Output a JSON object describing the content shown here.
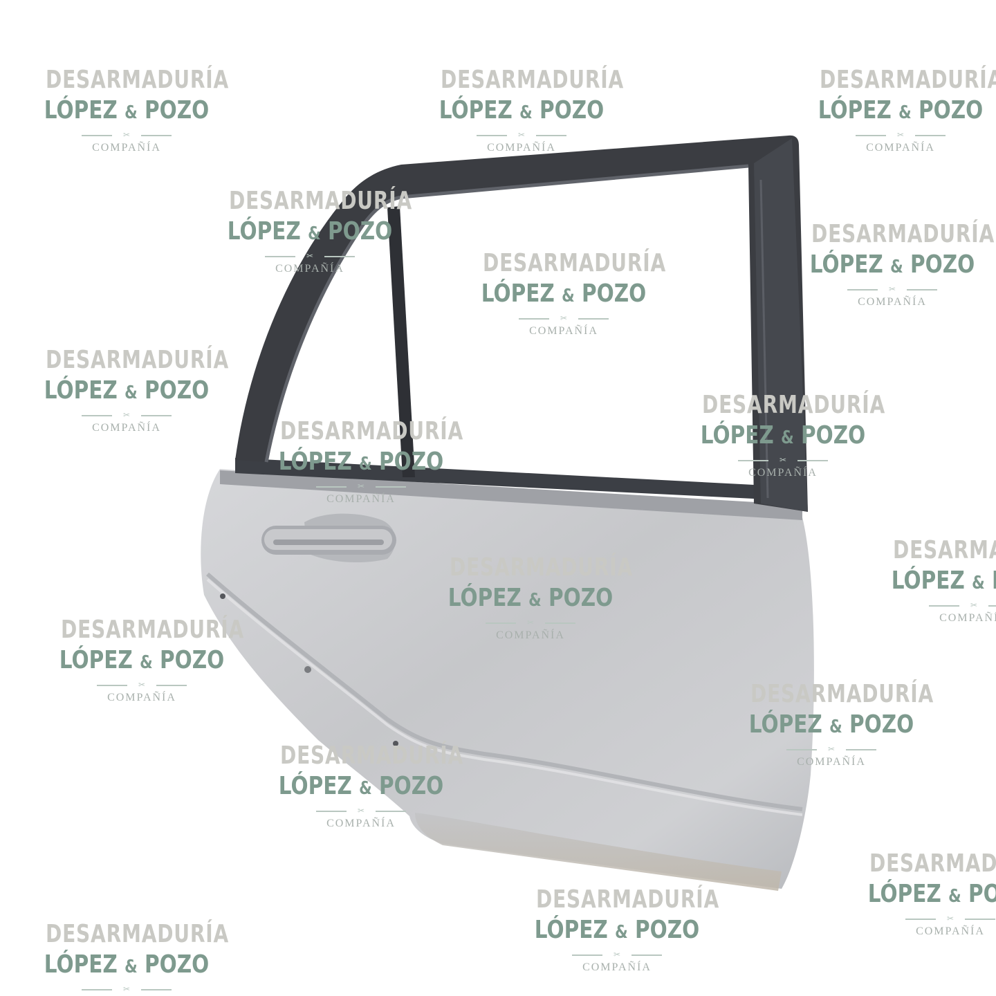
{
  "scene": {
    "subject": "car-door",
    "colors": {
      "background": "#ffffff",
      "door_paint": "#c7c8cb",
      "door_trim": "#3b3d42",
      "watermark_gray": "#c9c9c4",
      "watermark_green": "#7e9a8e"
    }
  },
  "watermark": {
    "line1": "DESARMADURÍA",
    "line2_a": "LÓPEZ",
    "line2_amp": "&",
    "line2_b": "POZO",
    "rule_glyph": "✂",
    "line3": "COMPAÑÍA"
  }
}
